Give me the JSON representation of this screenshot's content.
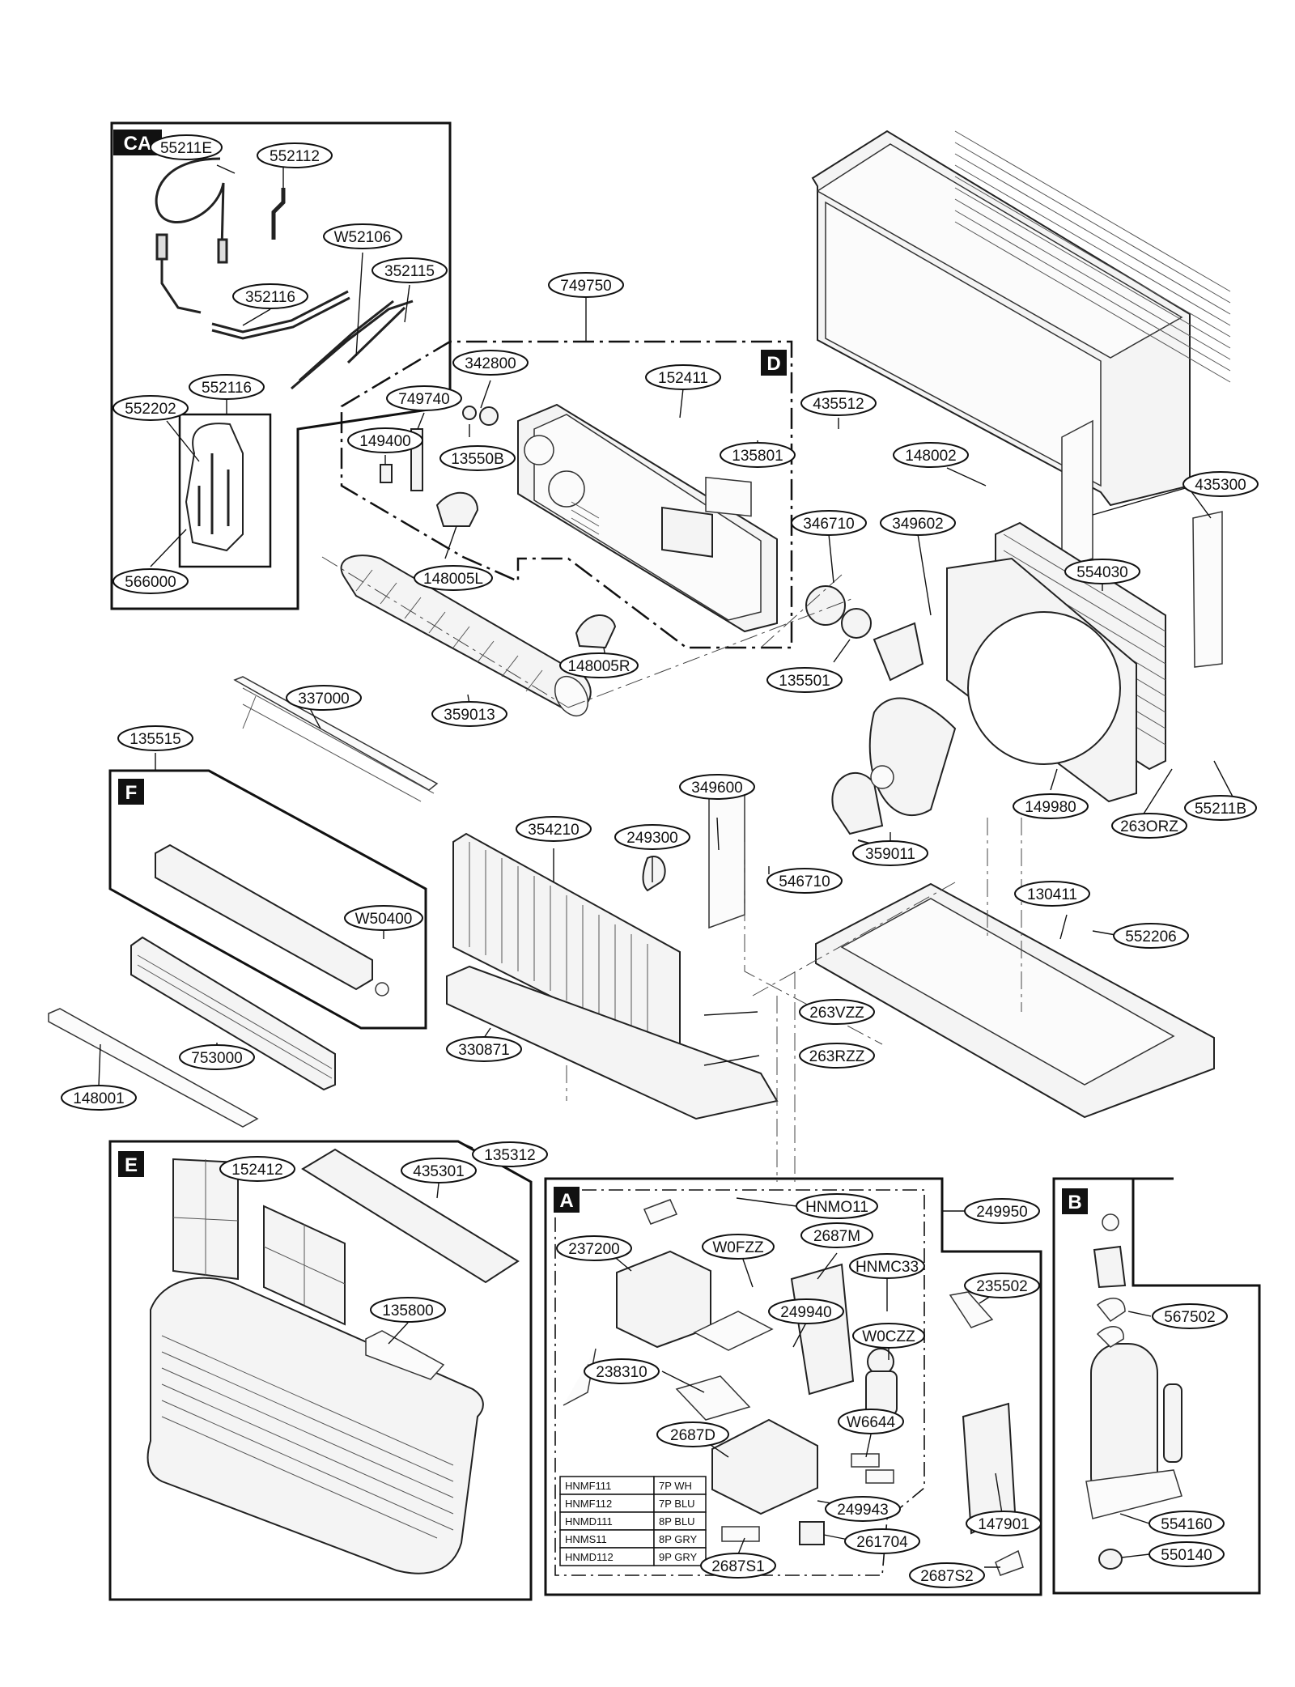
{
  "sections": {
    "CA": "CA",
    "D": "D",
    "F": "F",
    "E": "E",
    "A": "A",
    "B": "B"
  },
  "callouts": {
    "p55211E": "55211E",
    "p552112": "552112",
    "pW52106": "W52106",
    "p352115": "352115",
    "p352116": "352116",
    "p552116": "552116",
    "p552202": "552202",
    "p566000": "566000",
    "p749750": "749750",
    "p342800": "342800",
    "p749740": "749740",
    "p149400": "149400",
    "p13550B": "13550B",
    "p152411": "152411",
    "p135801": "135801",
    "p148005L": "148005L",
    "p148005R": "148005R",
    "p359013": "359013",
    "p435512": "435512",
    "p148002": "148002",
    "p435300": "435300",
    "p346710": "346710",
    "p349602": "349602",
    "p554030": "554030",
    "p135501": "135501",
    "p149980": "149980",
    "p263ORZ": "263ORZ",
    "p55211B": "55211B",
    "p337000": "337000",
    "p135515": "135515",
    "p349600": "349600",
    "p354210": "354210",
    "p249300": "249300",
    "p546710": "546710",
    "p359011": "359011",
    "p130411": "130411",
    "p552206": "552206",
    "pW50400": "W50400",
    "p263VZZ": "263VZZ",
    "p263RZZ": "263RZZ",
    "p330871": "330871",
    "p753000": "753000",
    "p148001": "148001",
    "p135312": "135312",
    "p152412": "152412",
    "p435301": "435301",
    "p135800": "135800",
    "pHNMO11": "HNMO11",
    "p249950": "249950",
    "p237200": "237200",
    "pW0FZZ": "W0FZZ",
    "p2687M": "2687M",
    "pHNMC33": "HNMC33",
    "p235502": "235502",
    "p567502": "567502",
    "pW0CZZ": "W0CZZ",
    "p238310": "238310",
    "p249940": "249940",
    "p2687D": "2687D",
    "pW6644": "W6644",
    "p249943": "249943",
    "p147901": "147901",
    "p261704": "261704",
    "p554160": "554160",
    "p2687S1": "2687S1",
    "p2687S2": "2687S2",
    "p550140": "550140"
  },
  "harness_table": [
    [
      "HNMF111",
      "7P WH"
    ],
    [
      "HNMF112",
      "7P BLU"
    ],
    [
      "HNMD111",
      "8P BLU"
    ],
    [
      "HNMS11",
      "8P GRY"
    ],
    [
      "HNMD112",
      "9P GRY"
    ]
  ]
}
